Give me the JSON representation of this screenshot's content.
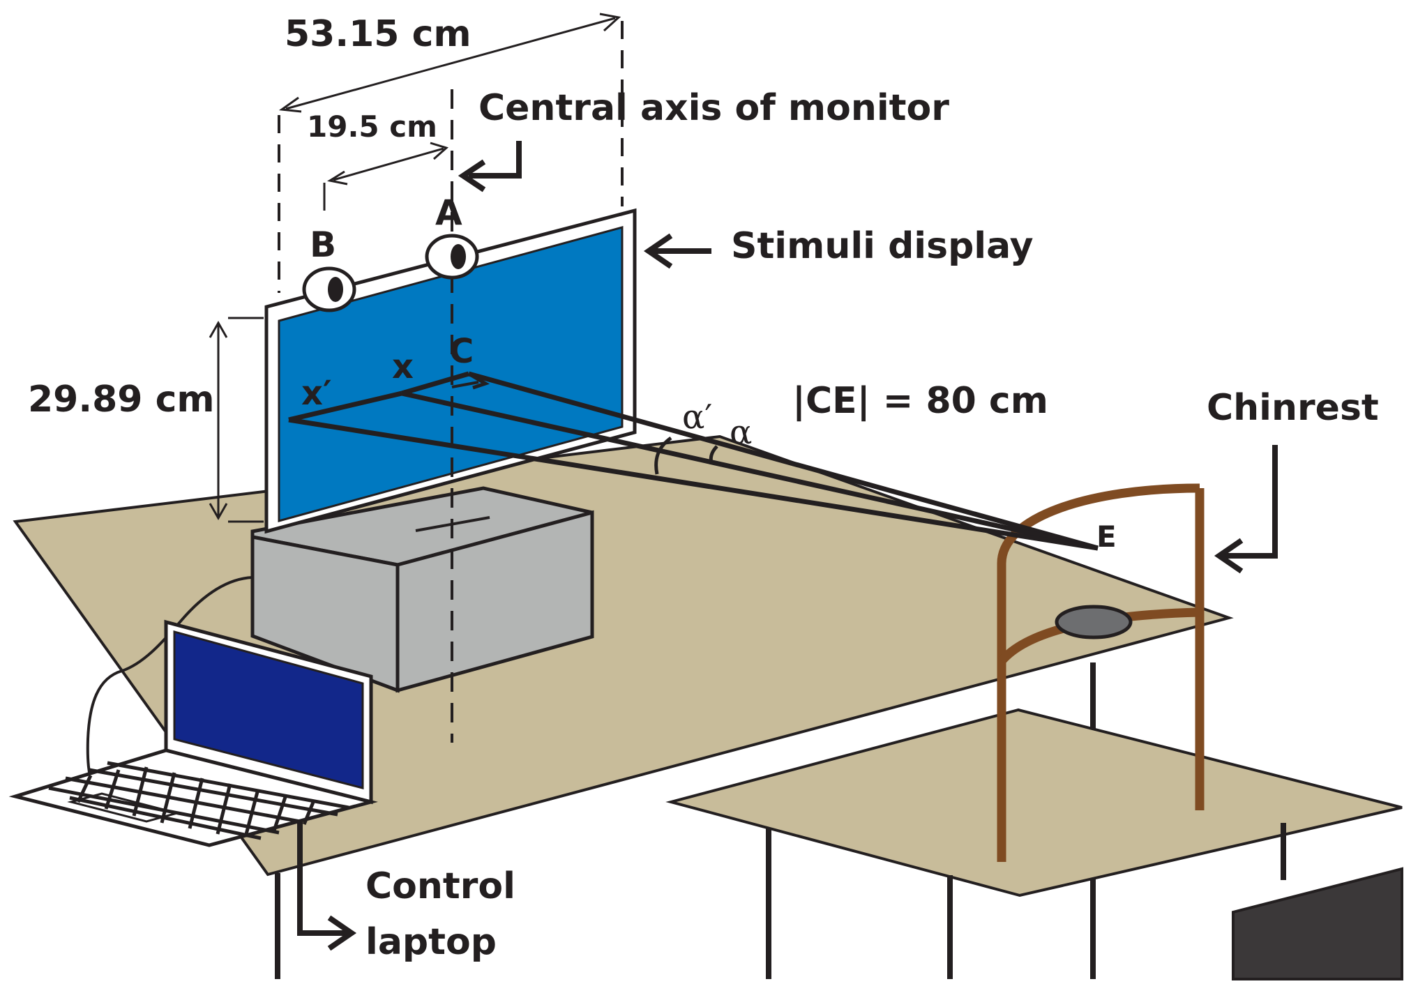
{
  "measurements": {
    "monitor_width": "53.15 cm",
    "camera_offset": "19.5 cm",
    "monitor_height": "29.89 cm",
    "viewing_distance": "|CE| = 80 cm"
  },
  "labels": {
    "central_axis": "Central axis of monitor",
    "stimuli_display": "Stimuli display",
    "chinrest": "Chinrest",
    "control_laptop_line1": "Control",
    "control_laptop_line2": "laptop"
  },
  "points": {
    "a": "A",
    "b": "B",
    "c": "C",
    "e": "E",
    "x": "x",
    "x_prime": "x′"
  },
  "angles": {
    "alpha_prime": "α′",
    "alpha": "α"
  },
  "colors": {
    "table": "#c8bc9a",
    "screen": "#0079c1",
    "laptop_screen": "#12278a",
    "box": "#b3b5b4",
    "chinrest": "#7f4b22",
    "dark": "#231f20"
  }
}
